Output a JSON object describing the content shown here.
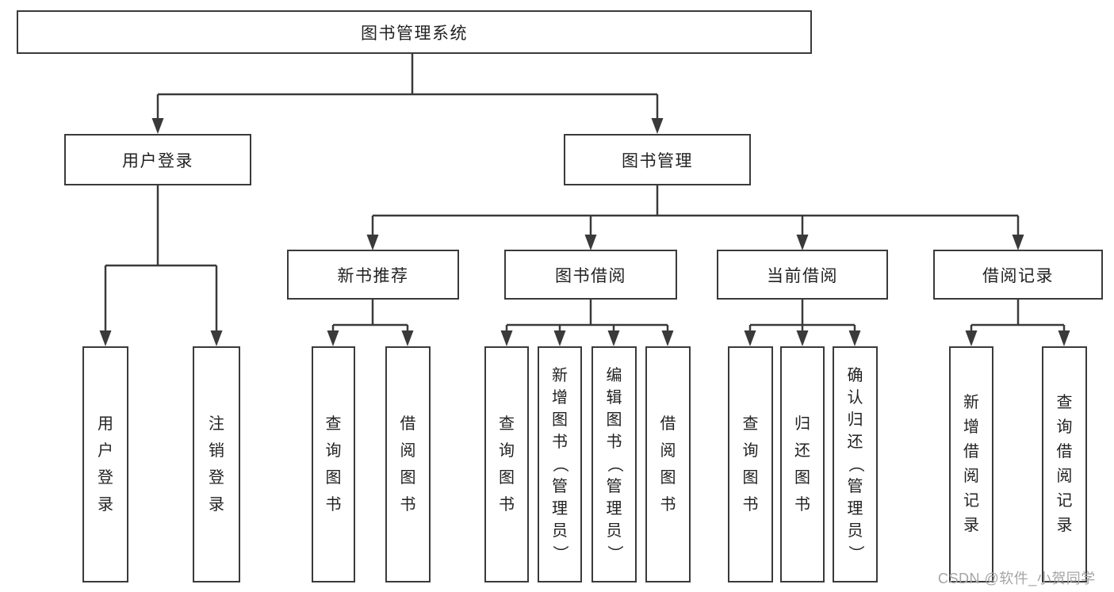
{
  "tree": {
    "label": "图书管理系统",
    "children": [
      {
        "label": "用户登录",
        "children": [
          {
            "label": "用户登录"
          },
          {
            "label": "注销登录"
          }
        ]
      },
      {
        "label": "图书管理",
        "children": [
          {
            "label": "新书推荐",
            "children": [
              {
                "label": "查询图书"
              },
              {
                "label": "借阅图书"
              }
            ]
          },
          {
            "label": "图书借阅",
            "children": [
              {
                "label": "查询图书"
              },
              {
                "label": "新增图书（管理员）"
              },
              {
                "label": "编辑图书（管理员）"
              },
              {
                "label": "借阅图书"
              }
            ]
          },
          {
            "label": "当前借阅",
            "children": [
              {
                "label": "查询图书"
              },
              {
                "label": "归还图书"
              },
              {
                "label": "确认归还（管理员）"
              }
            ]
          },
          {
            "label": "借阅记录",
            "children": [
              {
                "label": "新增借阅记录"
              },
              {
                "label": "查询借阅记录"
              }
            ]
          }
        ]
      }
    ]
  },
  "watermark": "CSDN @软件_小贺同学",
  "colors": {
    "background": "#ffffff",
    "line": "#3a3a3a",
    "box_border": "#3a3a3a",
    "text": "#222222",
    "watermark": "#a5a5a5"
  }
}
